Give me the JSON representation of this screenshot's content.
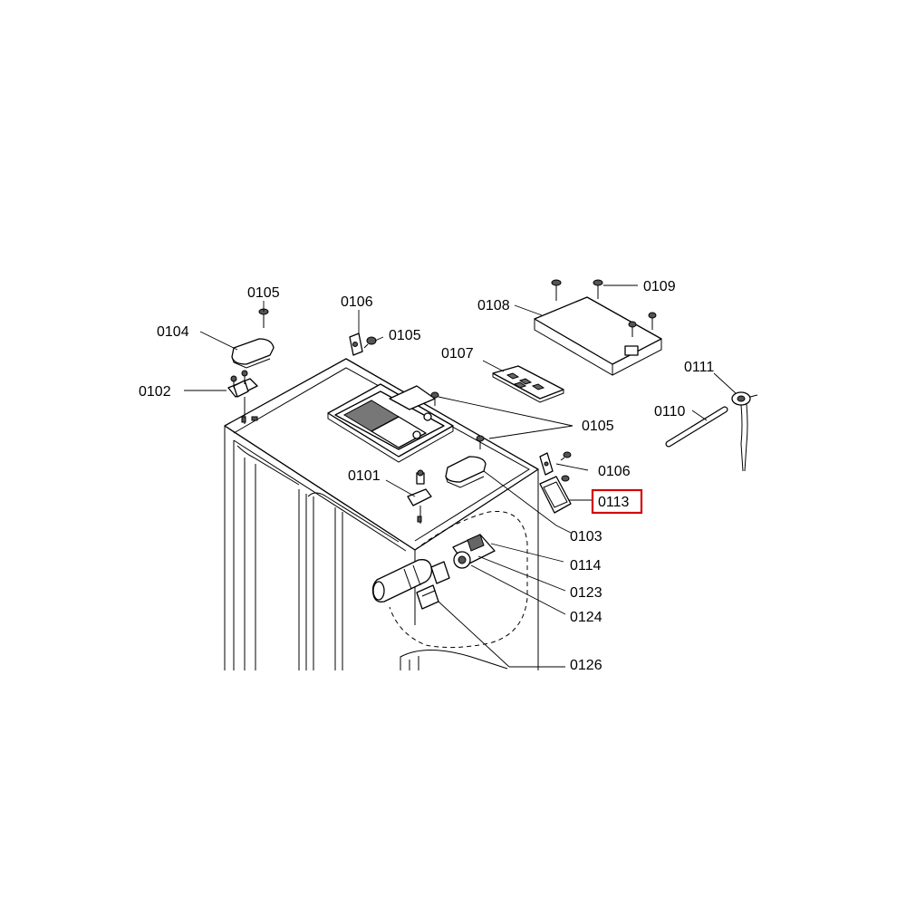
{
  "diagram": {
    "labels": {
      "l_0101": "0101",
      "l_0102": "0102",
      "l_0103": "0103",
      "l_0104": "0104",
      "l_0105_a": "0105",
      "l_0105_b": "0105",
      "l_0105_c": "0105",
      "l_0106_a": "0106",
      "l_0106_b": "0106",
      "l_0107": "0107",
      "l_0108": "0108",
      "l_0109": "0109",
      "l_0110": "0110",
      "l_0111": "0111",
      "l_0113": "0113",
      "l_0114": "0114",
      "l_0123": "0123",
      "l_0124": "0124",
      "l_0126": "0126"
    },
    "highlighted": "0113",
    "highlight_color": "#d40000"
  }
}
